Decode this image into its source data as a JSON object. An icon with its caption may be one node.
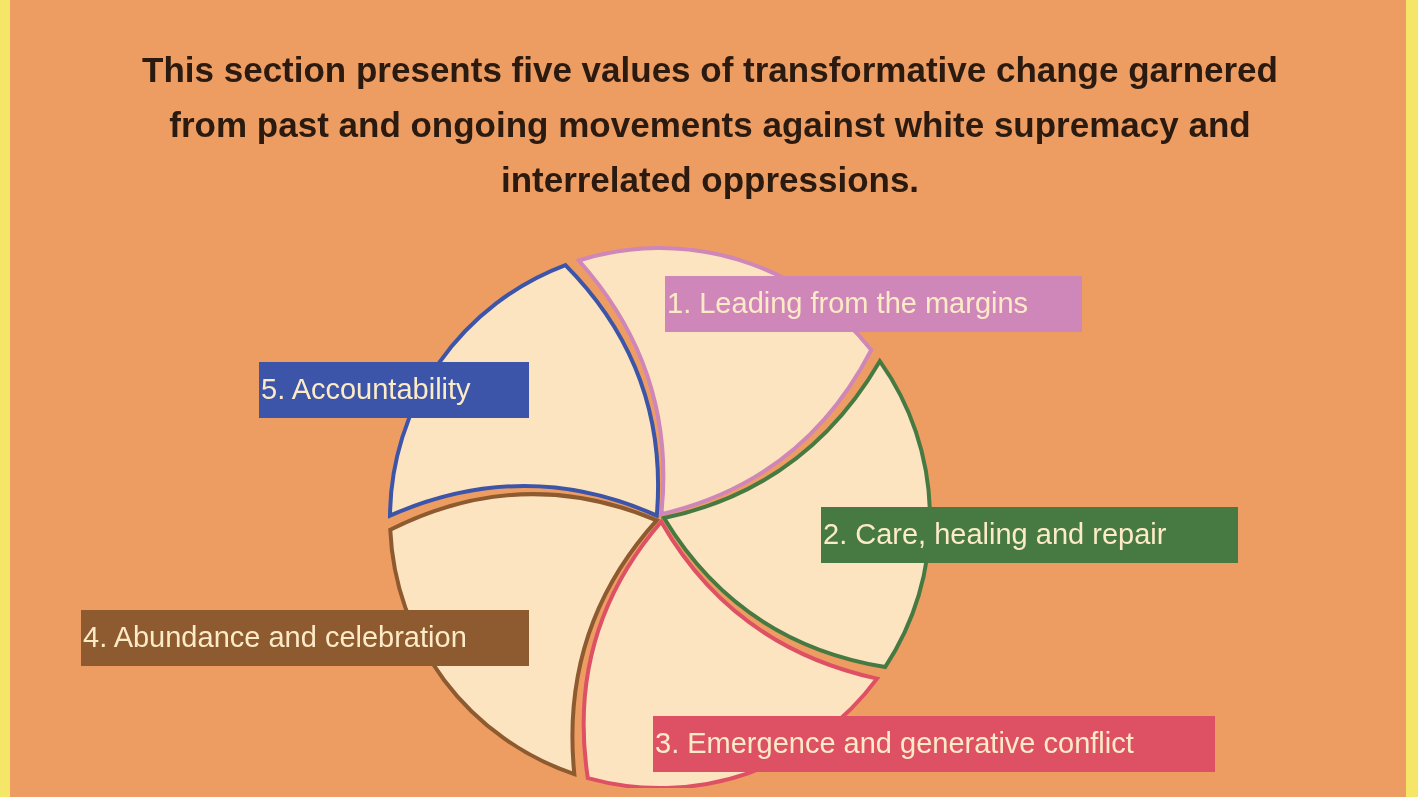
{
  "diagram": {
    "title": "This section presents five values of transformative change garnered from past and ongoing movements against white supremacy and interrelated oppressions.",
    "nodes": [
      {
        "text": [
          "1. Leading from the margins"
        ]
      },
      {
        "text": [
          "2. Care, healing and repair"
        ]
      },
      {
        "text": [
          "3. Emergence and generative conflict"
        ]
      },
      {
        "text": [
          "4. Abundance and celebration"
        ]
      },
      {
        "text": [
          "5. Accountability"
        ]
      }
    ],
    "edges": []
  }
}
